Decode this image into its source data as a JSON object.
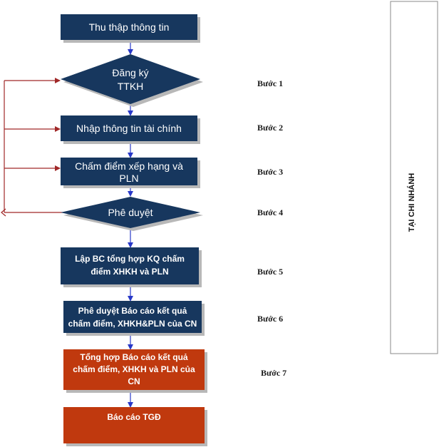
{
  "nodes": {
    "thu_thap": "Thu thập thông tin",
    "dang_ky_1": "Đăng ký",
    "dang_ky_2": "TTKH",
    "nhap_tt": "Nhập thông tin tài chính",
    "cham_diem_1": "Chấm điểm xếp hạng và",
    "cham_diem_2": "PLN",
    "phe_duyet": "Phê duyệt",
    "lap_bc_1": "Lập BC  tổng hợp KQ  chấm",
    "lap_bc_2": "điểm  XHKH và PLN",
    "phe_duyet_bc_1": "Phê duyệt Báo cáo kết quả",
    "phe_duyet_bc_2": "chấm điểm, XHKH&PLN của CN",
    "tong_hop_1": "Tổng hợp  Báo cáo kết quả",
    "tong_hop_2": "chấm điểm, XHKH và PLN của",
    "tong_hop_3": "CN",
    "bao_cao_tgd": "Báo cáo TGĐ"
  },
  "steps": [
    "Bước 1",
    "Bước 2",
    "Bước 3",
    "Bước 4",
    "Bước 5",
    "Bước 6",
    "Bước 7"
  ],
  "side_panel": "TẠI CHI NHÁNH",
  "colors": {
    "navy": "#17375E",
    "orange": "#C0390E",
    "arrow": "#2838C8",
    "feedback": "#A02828",
    "shadow": "#B8B8B8"
  }
}
